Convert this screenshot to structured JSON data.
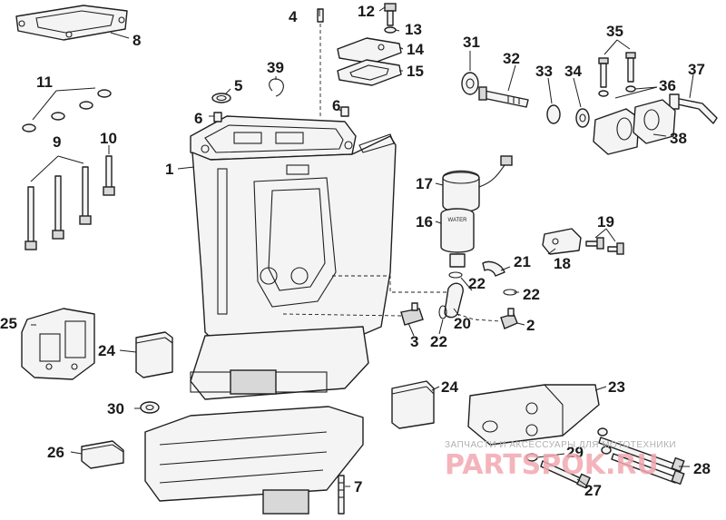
{
  "callouts": {
    "c1": "1",
    "c2": "2",
    "c3": "3",
    "c4": "4",
    "c5": "5",
    "c6a": "6",
    "c6b": "6",
    "c7": "7",
    "c8": "8",
    "c9": "9",
    "c10": "10",
    "c11": "11",
    "c12": "12",
    "c13": "13",
    "c14": "14",
    "c15": "15",
    "c16": "16",
    "c17": "17",
    "c18": "18",
    "c19": "19",
    "c20": "20",
    "c21": "21",
    "c22a": "22",
    "c22b": "22",
    "c22c": "22",
    "c23": "23",
    "c24a": "24",
    "c24b": "24",
    "c25": "25",
    "c26": "26",
    "c27": "27",
    "c28": "28",
    "c29": "29",
    "c30": "30",
    "c31": "31",
    "c32": "32",
    "c33": "33",
    "c34": "34",
    "c35": "35",
    "c36": "36",
    "c37": "37",
    "c38": "38",
    "c39": "39"
  },
  "water_pump_label": "WATER",
  "watermark": {
    "text": "ЗАПЧАСТИ И АКСЕССУАРЫ ДЛЯ МОТОТЕХНИКИ",
    "logo": "PARTSPOK.RU"
  },
  "colors": {
    "line": "#1f1f1f",
    "fill": "#f4f4f4",
    "watermark_logo": "#f2a8b0",
    "watermark_text": "#b0b0b0"
  }
}
